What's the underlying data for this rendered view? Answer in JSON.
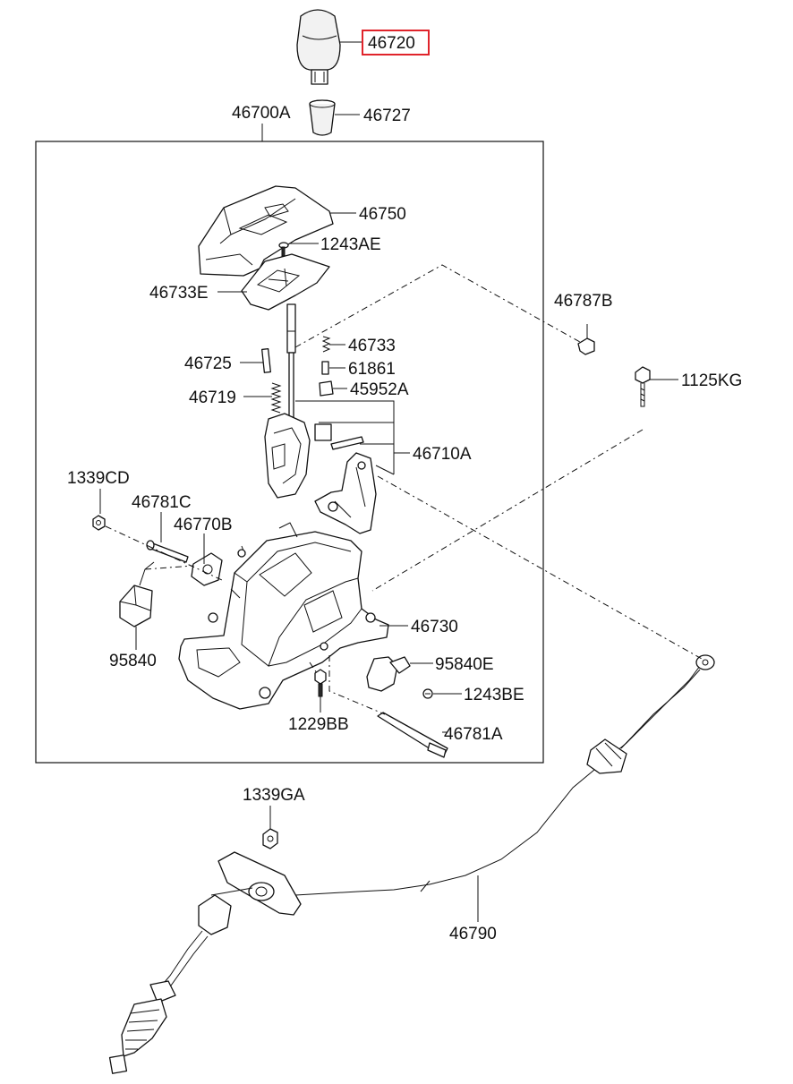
{
  "highlight_color": "#e0242b",
  "highlighted_part": "46720",
  "parts": [
    {
      "id": "p46720",
      "number": "46720",
      "highlighted": true
    },
    {
      "id": "p46700A",
      "number": "46700A"
    },
    {
      "id": "p46727",
      "number": "46727"
    },
    {
      "id": "p46750",
      "number": "46750"
    },
    {
      "id": "p1243AE",
      "number": "1243AE"
    },
    {
      "id": "p46733E",
      "number": "46733E"
    },
    {
      "id": "p46787B",
      "number": "46787B"
    },
    {
      "id": "p46733",
      "number": "46733"
    },
    {
      "id": "p46725",
      "number": "46725"
    },
    {
      "id": "p61861",
      "number": "61861"
    },
    {
      "id": "p1125KG",
      "number": "1125KG"
    },
    {
      "id": "p45952A",
      "number": "45952A"
    },
    {
      "id": "p46719",
      "number": "46719"
    },
    {
      "id": "p46710A",
      "number": "46710A"
    },
    {
      "id": "p1339CD",
      "number": "1339CD"
    },
    {
      "id": "p46781C",
      "number": "46781C"
    },
    {
      "id": "p46770B",
      "number": "46770B"
    },
    {
      "id": "p46730",
      "number": "46730"
    },
    {
      "id": "p95840",
      "number": "95840"
    },
    {
      "id": "p95840E",
      "number": "95840E"
    },
    {
      "id": "p1243BE",
      "number": "1243BE"
    },
    {
      "id": "p1229BB",
      "number": "1229BB"
    },
    {
      "id": "p46781A",
      "number": "46781A"
    },
    {
      "id": "p1339GA",
      "number": "1339GA"
    },
    {
      "id": "p46790",
      "number": "46790"
    }
  ]
}
